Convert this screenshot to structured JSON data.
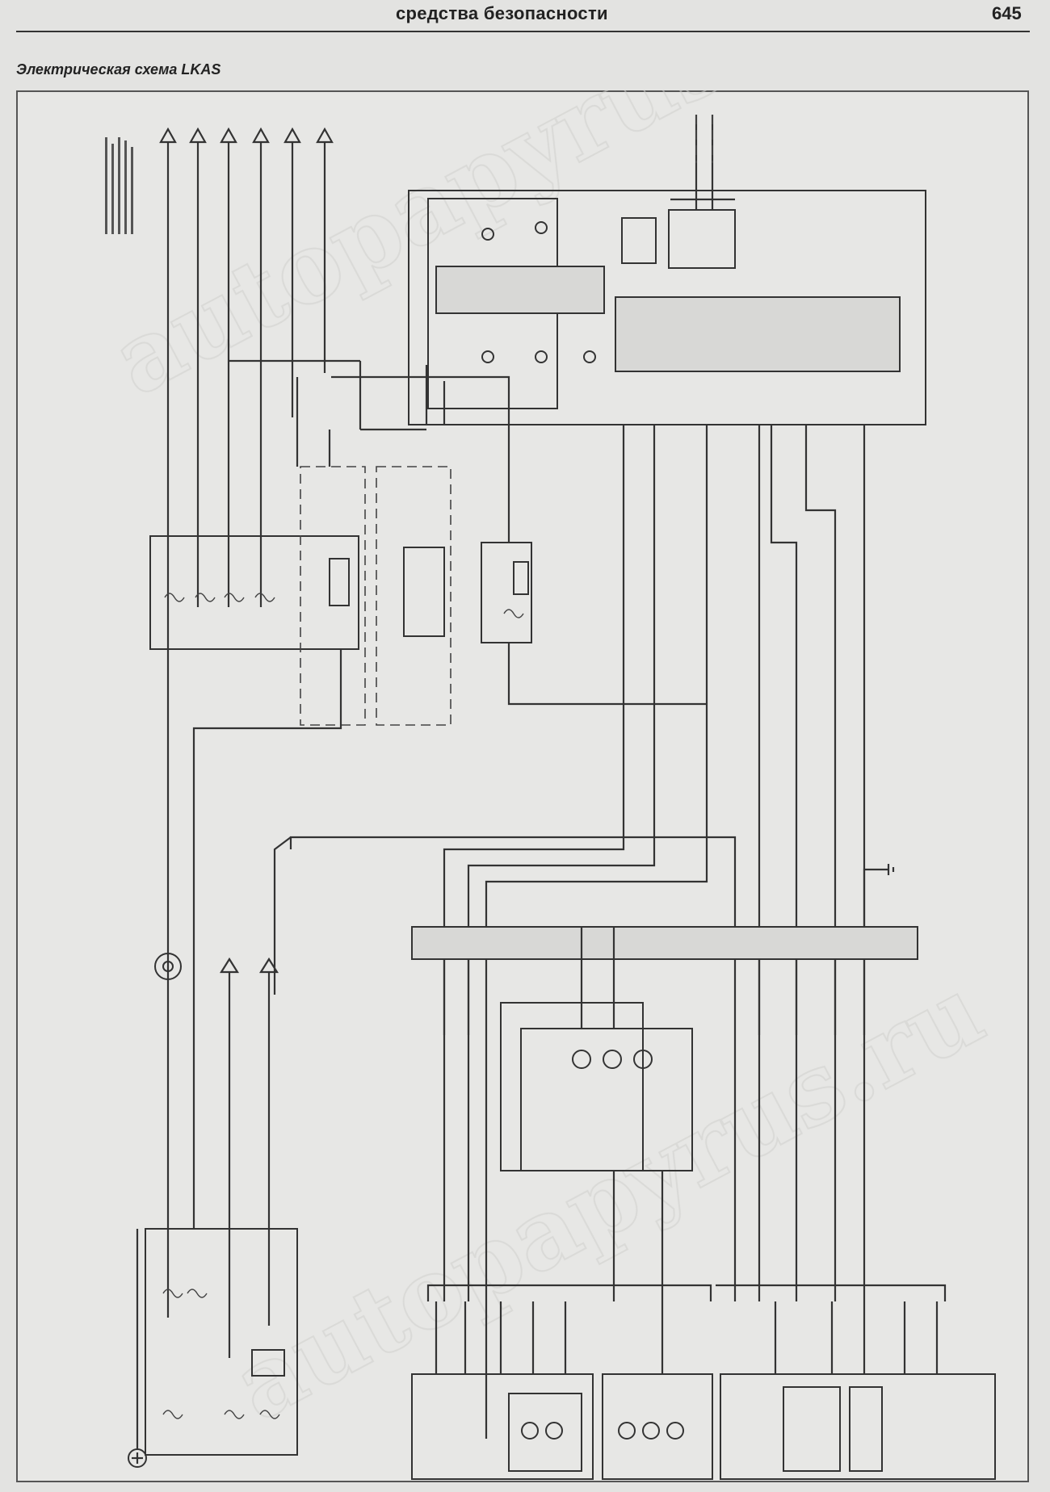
{
  "header": {
    "section_title": "средства безопасности",
    "page_number": "645"
  },
  "diagram": {
    "caption": "Электрическая схема LKAS"
  },
  "watermark": {
    "text": "autopapyrus.ru"
  },
  "colors": {
    "paper": "#e3e3e1",
    "ink": "#333333"
  }
}
